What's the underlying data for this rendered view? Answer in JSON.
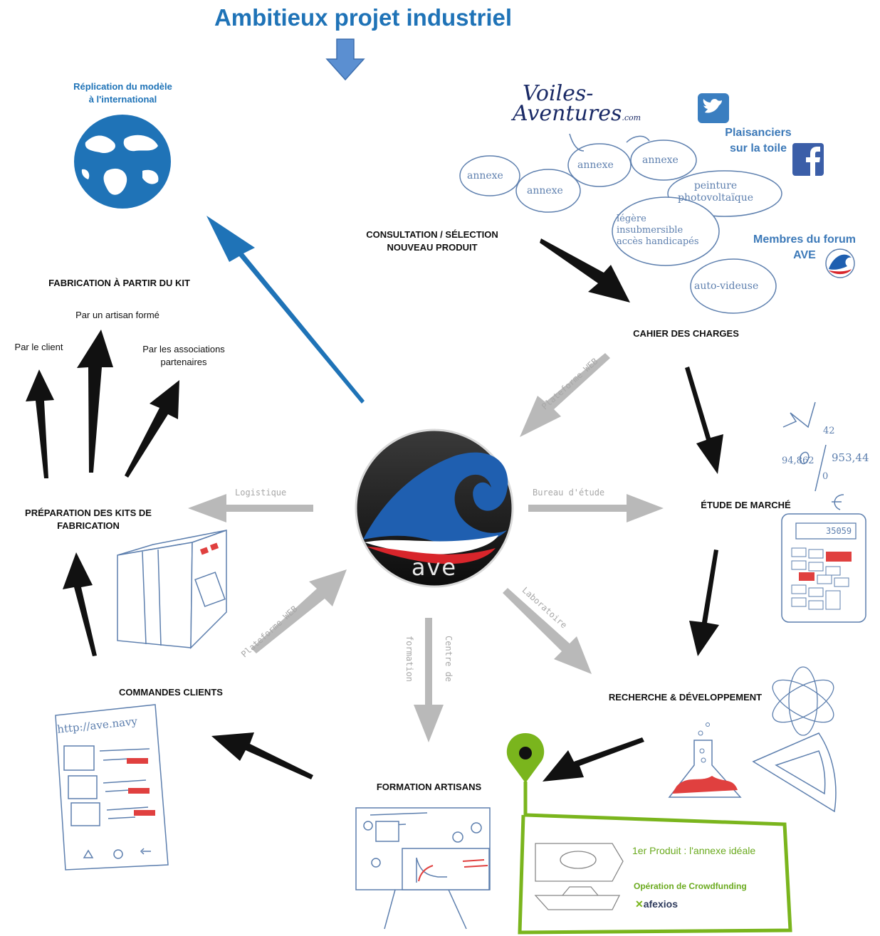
{
  "title": "Ambitieux projet industriel",
  "hub": {
    "logo_text": "ave"
  },
  "nodes": {
    "replication": "Réplication du modèle\nà l'international",
    "consultation": "CONSULTATION / SÉLECTION\nNOUVEAU PRODUIT",
    "cahier": "CAHIER DES CHARGES",
    "etude": "ÉTUDE DE MARCHÉ",
    "recherche": "RECHERCHE & DÉVELOPPEMENT",
    "formation": "FORMATION ARTISANS",
    "commandes": "COMMANDES CLIENTS",
    "preparation": "PRÉPARATION DES KITS DE\nFABRICATION",
    "fabrication": "FABRICATION À PARTIR DU KIT",
    "par_artisan": "Par un artisan formé",
    "par_client": "Par le client",
    "par_associations": "Par les associations\npartenaires"
  },
  "hub_links": {
    "plateforme_web_top": "Plateforme WEB",
    "bureau_etude": "Bureau d'étude",
    "laboratoire": "Laboratoire",
    "centre_formation_1": "Centre de",
    "centre_formation_2": "formation",
    "plateforme_web_bottom": "Plateforme WEB",
    "logistique": "Logistique"
  },
  "community": {
    "logo_line1": "Voiles-",
    "logo_line2": "Aventures",
    "logo_suffix": ".com",
    "plaisanciers": "Plaisanciers\nsur la toile",
    "membres": "Membres du forum\nAVE",
    "bubbles": [
      "annexe",
      "annexe",
      "annexe",
      "annexe",
      "peinture\nphotovoltaïque",
      "légère\ninsubmersible\naccès handicapés",
      "auto-videuse"
    ],
    "twitter_icon": "twitter-icon",
    "facebook_icon": "facebook-icon"
  },
  "market_doodle": {
    "n1": "42",
    "n2": "94,862",
    "n3": "953,44",
    "n4": "0",
    "calc_display": "35059"
  },
  "website_sketch": {
    "url": "http://ave.navy"
  },
  "product_box": {
    "line1": "1er Produit : l'annexe idéale",
    "line2": "Opération de Crowdfunding",
    "brand": "afexios"
  },
  "colors": {
    "accent_blue": "#1f73b7",
    "grey_arrow": "#b9b9b9",
    "black_arrow": "#111111",
    "green": "#7ab51d",
    "sketch_blue": "#5d7fae",
    "red": "#e0403f"
  }
}
